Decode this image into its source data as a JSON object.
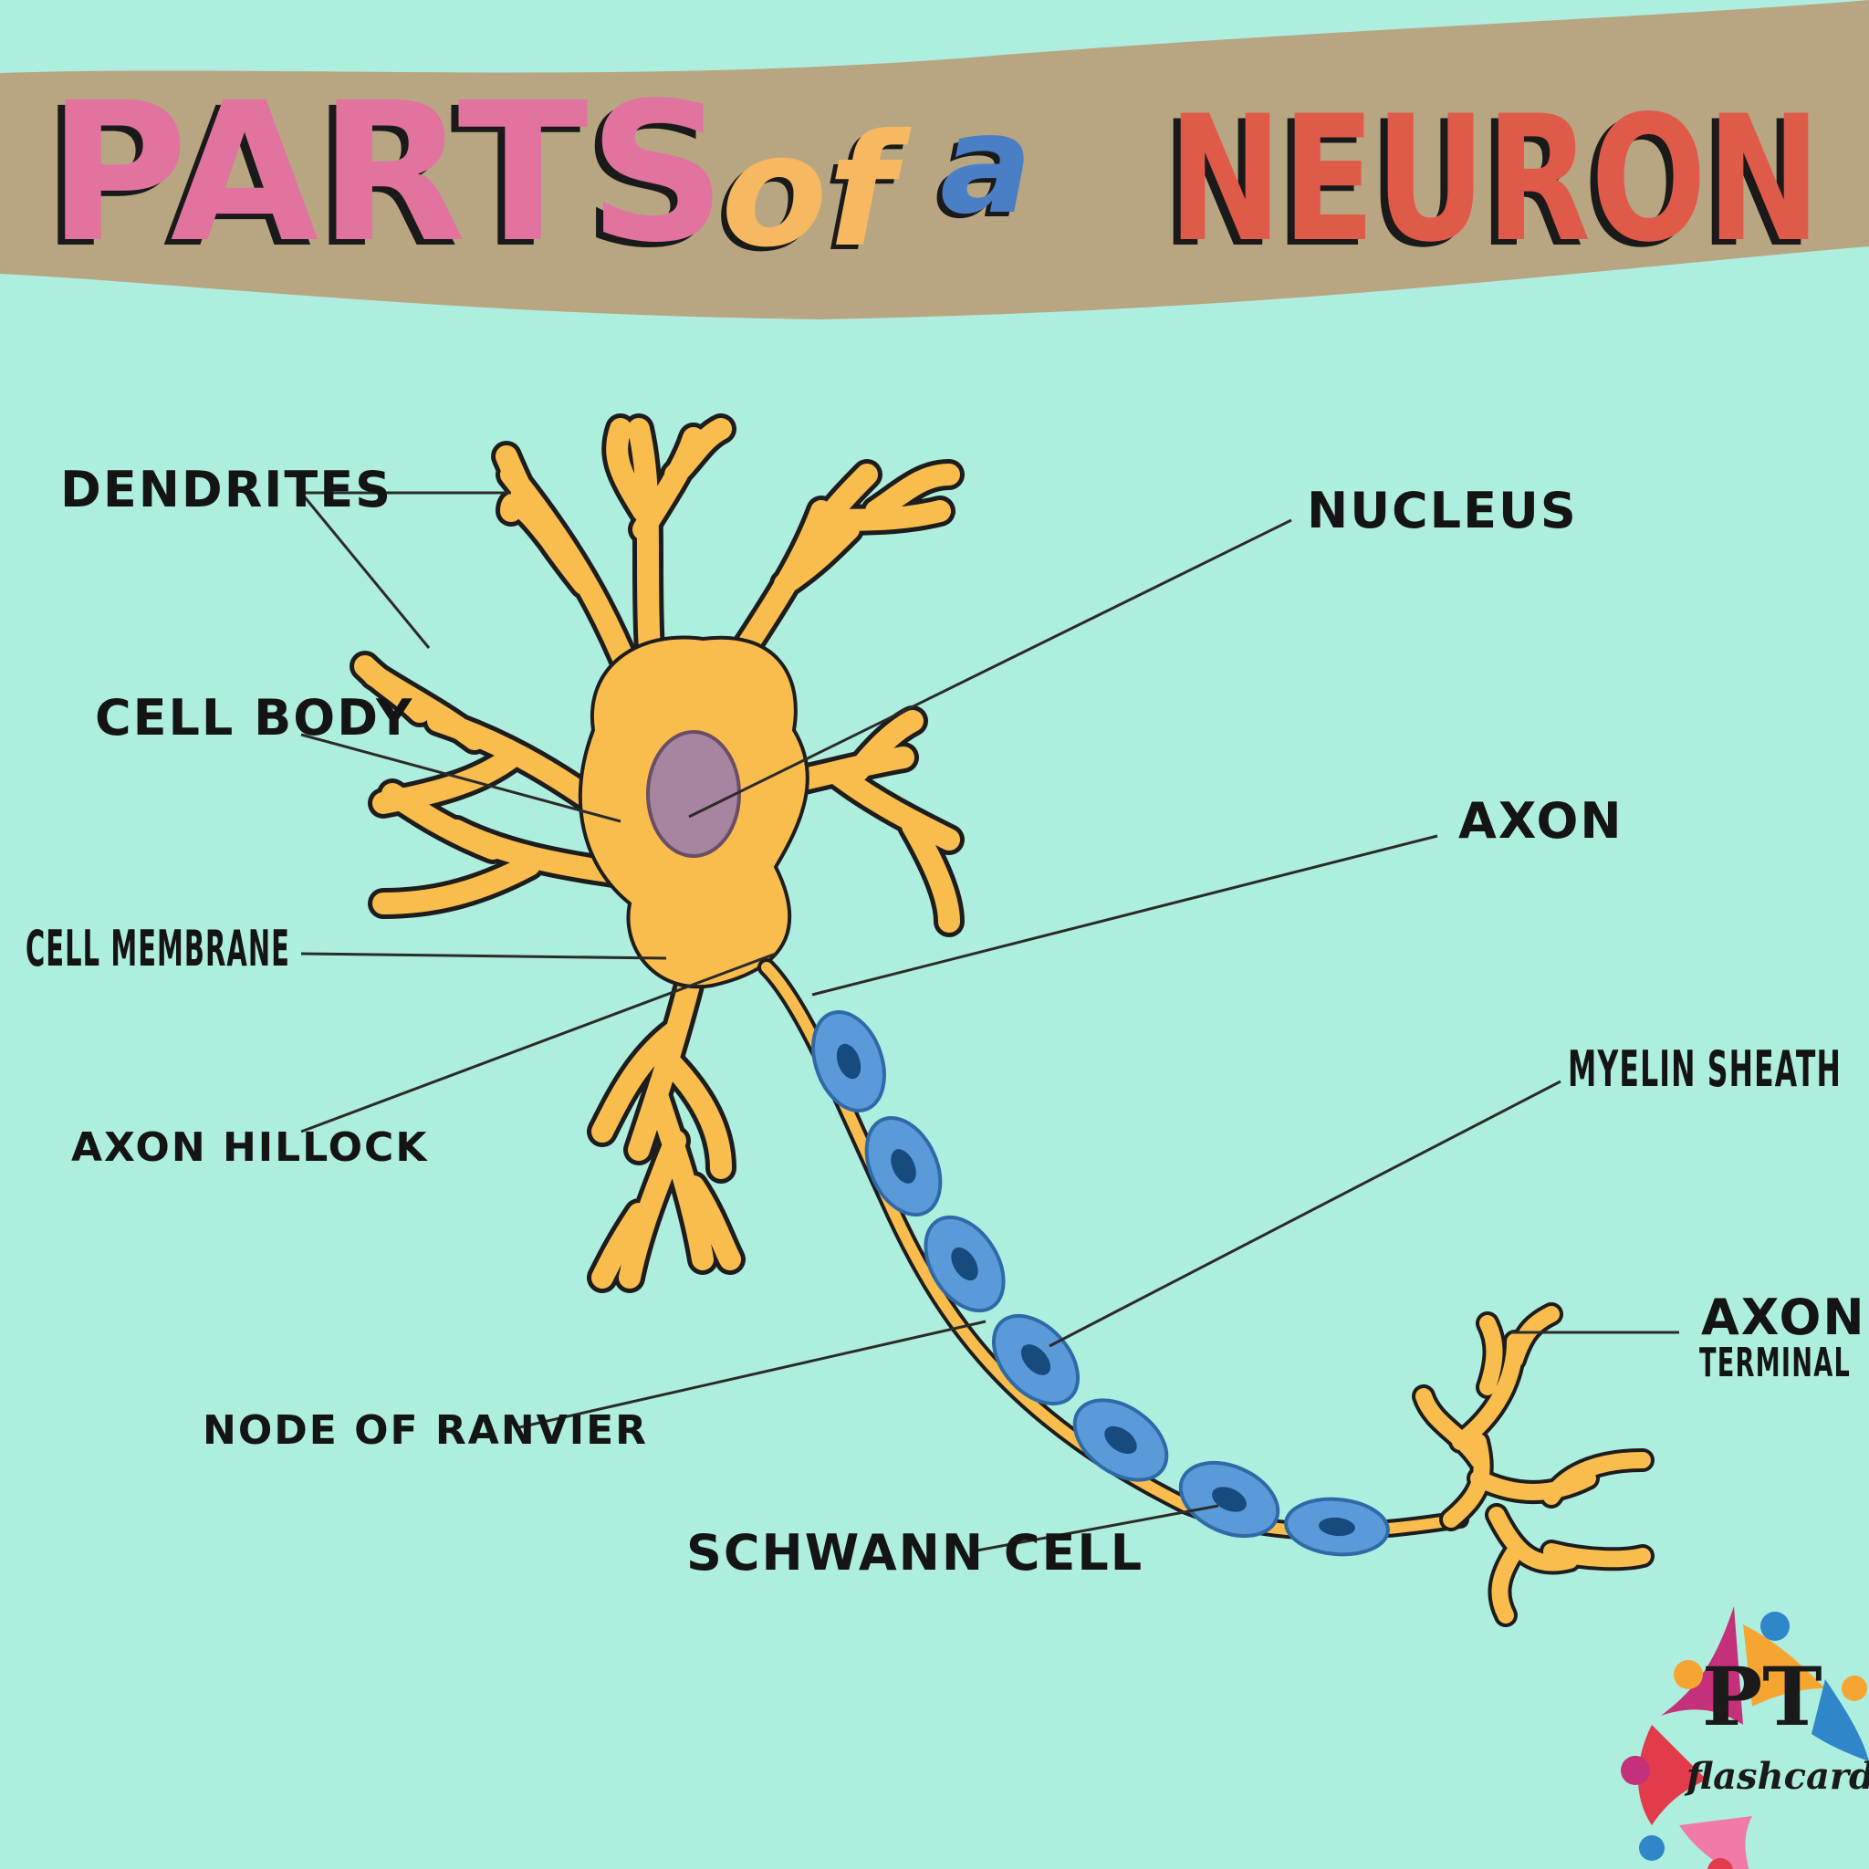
{
  "title": {
    "word1": "PARTS",
    "word2": "of",
    "word3": "a",
    "word4": "NEURON"
  },
  "colors": {
    "background": "#aeeedf",
    "banner": "#b8a682",
    "title_parts": "#e2729e",
    "title_of": "#f6b860",
    "title_a": "#4a7fc6",
    "title_neuron": "#e05a4a",
    "cell": "#f9bd4d",
    "nucleus": "#a784a0",
    "myelin": "#5a9ad8"
  },
  "labels": {
    "dendrites": "DENDRITES",
    "cell_body": "CELL BODY",
    "cell_membrane": "CELL MEMBRANE",
    "axon_hillock": "AXON HILLOCK",
    "node_of_ranvier": "NODE OF RANVIER",
    "schwann_cell": "SCHWANN CELL",
    "nucleus": "NUCLEUS",
    "axon": "AXON",
    "myelin_sheath": "MYELIN SHEATH",
    "axon_terminal_line1": "AXON",
    "axon_terminal_line2": "TERMINAL"
  },
  "logo": {
    "letters": "PT",
    "word": "flashcards"
  }
}
